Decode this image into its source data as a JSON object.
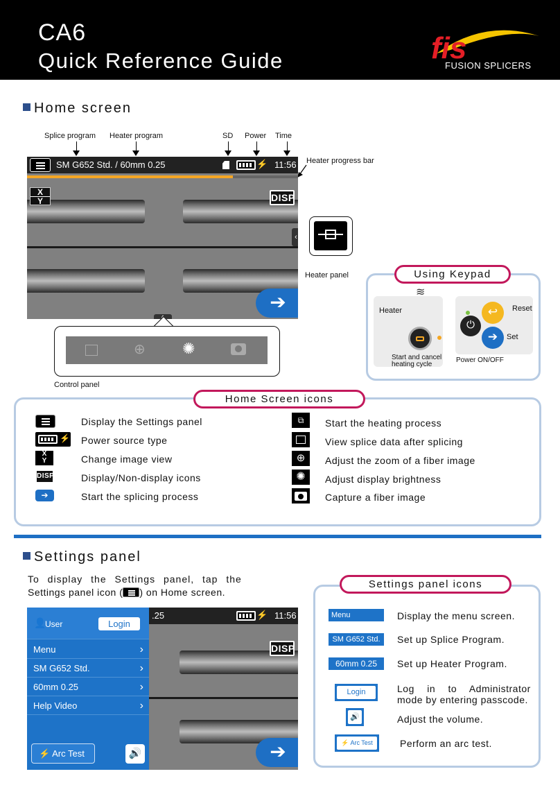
{
  "header": {
    "title": "CA6",
    "subtitle": "Quick Reference Guide",
    "logo_text": "fis",
    "logo_sub": "FUSION SPLICERS"
  },
  "home": {
    "heading": "Home screen",
    "labels": {
      "splice_program": "Splice program",
      "heater_program": "Heater program",
      "sd": "SD",
      "power": "Power",
      "time": "Time",
      "heater_progress": "Heater progress bar",
      "heater_panel": "Heater panel",
      "control_panel": "Control panel"
    },
    "screen": {
      "program": "SM G652 Std. / 60mm 0.25",
      "time": "11:56",
      "disp": "DISP",
      "xy_top": "X",
      "xy_bottom": "Y",
      "progress_fraction": 0.76
    }
  },
  "keypad": {
    "title": "Using Keypad",
    "heater": "Heater",
    "reset": "Reset",
    "set": "Set",
    "start_cancel": "Start and cancel heating cycle",
    "power": "Power ON/OFF"
  },
  "icons_panel": {
    "title": "Home Screen icons",
    "left": [
      {
        "icon": "menu-icon",
        "text": "Display the Settings panel"
      },
      {
        "icon": "battery-icon",
        "text": "Power source type"
      },
      {
        "icon": "xy-view-icon",
        "text": "Change image view"
      },
      {
        "icon": "disp-icon",
        "text": "Display/Non-display icons"
      },
      {
        "icon": "arrow-right-icon",
        "text": "Start the splicing process"
      }
    ],
    "right": [
      {
        "icon": "heater-icon",
        "text": "Start the heating process"
      },
      {
        "icon": "splice-data-icon",
        "text": "View splice data after splicing"
      },
      {
        "icon": "zoom-icon",
        "text": "Adjust the zoom of a fiber image"
      },
      {
        "icon": "brightness-icon",
        "text": "Adjust display brightness"
      },
      {
        "icon": "camera-icon",
        "text": "Capture a fiber image"
      }
    ]
  },
  "settings": {
    "heading": "Settings panel",
    "intro_1": "To display the Settings panel, tap the",
    "intro_2a": "Settings panel icon (",
    "intro_2b": ") on Home screen.",
    "screen": {
      "user": "User",
      "login": "Login",
      "items": [
        "Menu",
        "SM G652 Std.",
        "60mm 0.25",
        "Help Video"
      ],
      "arc_test": "Arc Test",
      "program_fragment": ".25",
      "time": "11:56",
      "disp": "DISP"
    },
    "icons_title": "Settings panel icons",
    "icons": [
      {
        "icon_label": "Menu",
        "text": "Display the menu screen."
      },
      {
        "icon_label": "SM G652 Std.",
        "text": "Set up Splice Program."
      },
      {
        "icon_label": "60mm 0.25",
        "text": "Set up Heater Program."
      },
      {
        "icon_label": "Login",
        "text": "Log in to Administrator",
        "text2": "mode by entering passcode."
      },
      {
        "icon_label": "",
        "text": "Adjust the volume."
      },
      {
        "icon_label": "Arc Test",
        "text": "Perform an arc test."
      }
    ]
  },
  "colors": {
    "accent_blue": "#1e6fc4",
    "pill_border": "#c2185b",
    "panel_border": "#b7cbe3",
    "progress": "#f5a623"
  }
}
